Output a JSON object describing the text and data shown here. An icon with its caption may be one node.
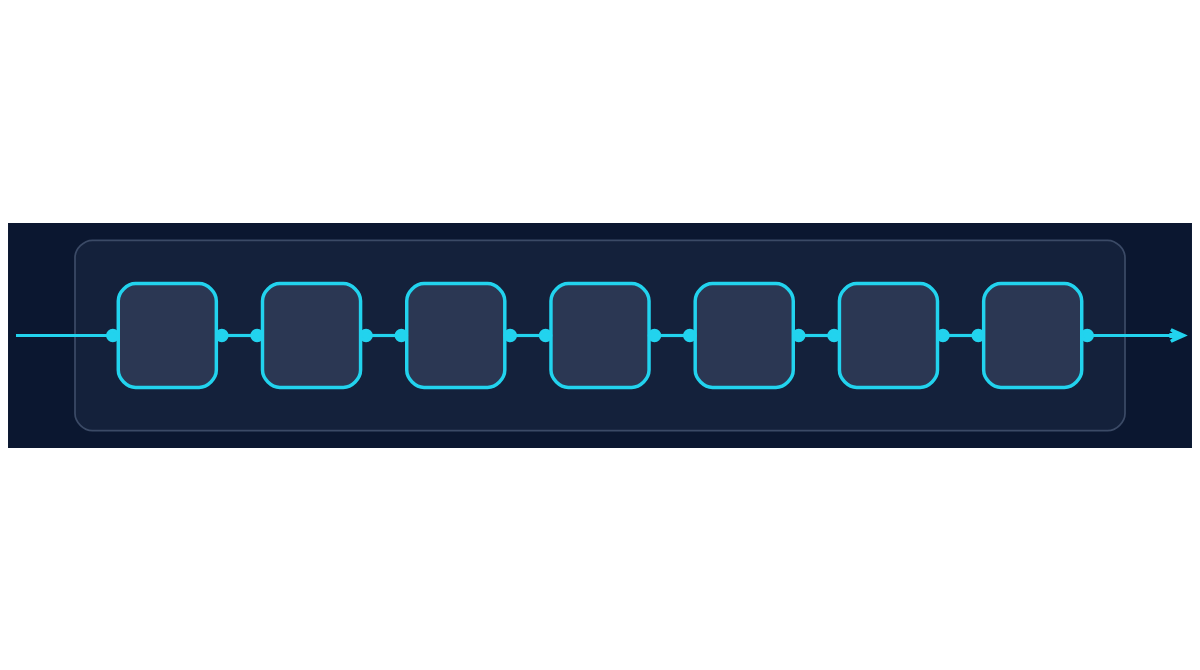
{
  "diagram": {
    "nodes": [
      {
        "text": [],
        "shape": "box"
      },
      {
        "text": [],
        "shape": "box",
        "in": 0
      },
      {
        "text": [],
        "shape": "box",
        "in": 0
      },
      {
        "text": [],
        "shape": "box",
        "in": 0
      },
      {
        "text": [],
        "shape": "box",
        "in": 0
      },
      {
        "text": [],
        "shape": "box",
        "in": 0
      },
      {
        "text": [],
        "shape": "box",
        "in": 0
      },
      {
        "text": [],
        "shape": "box",
        "in": 0
      }
    ],
    "edges": [
      {
        "from": null,
        "to": 1,
        "arrow": "other"
      },
      {
        "from": 1,
        "to": 2,
        "arrow": "other"
      },
      {
        "from": 2,
        "to": 3,
        "arrow": "other"
      },
      {
        "from": 3,
        "to": 4,
        "arrow": "other"
      },
      {
        "from": 4,
        "to": 5,
        "arrow": "other"
      },
      {
        "from": 5,
        "to": 6,
        "arrow": "other"
      },
      {
        "from": 6,
        "to": 7,
        "arrow": "other"
      },
      {
        "from": 7,
        "to": null,
        "arrow": "to"
      }
    ]
  }
}
